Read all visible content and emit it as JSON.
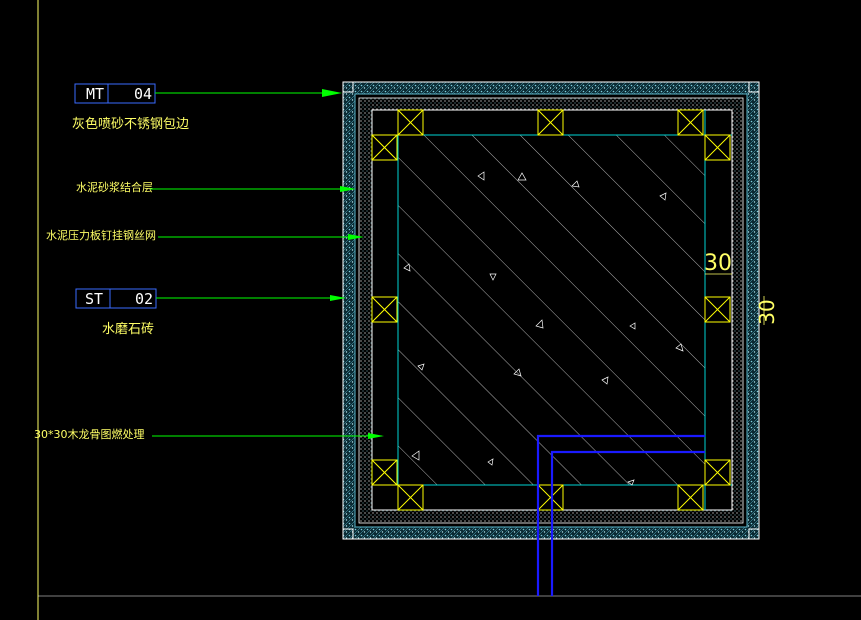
{
  "colors": {
    "background": "#000000",
    "frame_line": "#ffffff",
    "leader": "#00ff00",
    "tag_box": "#3a6bff",
    "tag_text": "#ffffff",
    "label_text": "#ffff66",
    "hatch": "#ffffff",
    "inner_border": "#00d5d5",
    "finish_band": "#5ab4c8",
    "stud": "#ffff00",
    "pipe": "#1a1aff",
    "dimension": "#ffff66"
  },
  "tags": [
    {
      "code": "MT",
      "number": "04",
      "label": "灰色喷砂不锈钢包边"
    },
    {
      "code": "ST",
      "number": "02",
      "label": "水磨石砖"
    }
  ],
  "callouts": [
    {
      "text": "水泥砂浆结合层"
    },
    {
      "text": "水泥压力板钉挂钢丝网"
    },
    {
      "text": "30*30木龙骨图燃处理"
    }
  ],
  "dimensions": {
    "horizontal": "30",
    "vertical": "30"
  }
}
